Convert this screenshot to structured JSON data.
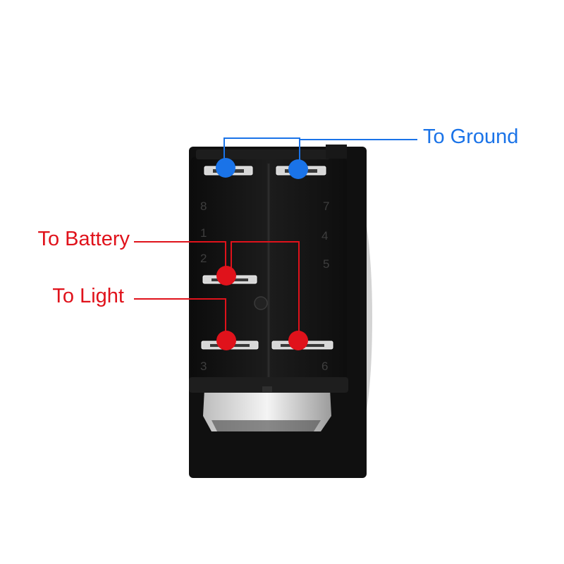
{
  "labels": {
    "ground": "To Ground",
    "battery": "To Battery",
    "light": "To Light"
  },
  "pin_numbers": [
    "8",
    "7",
    "1",
    "4",
    "2",
    "5",
    "3",
    "6"
  ],
  "colors": {
    "ground": "#1a73e8",
    "battery": "#e0121b",
    "light": "#e0121b",
    "switch_body": "#151515"
  }
}
